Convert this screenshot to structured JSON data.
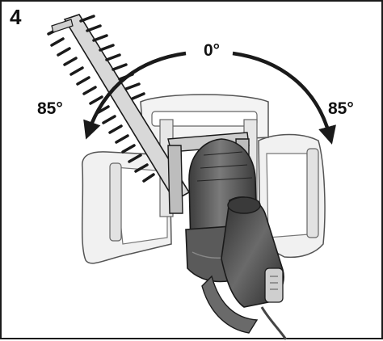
{
  "figure": {
    "number": "4",
    "angle_center": "0°",
    "angle_left": "85°",
    "angle_right": "85°"
  },
  "colors": {
    "outline": "#1a1a1a",
    "ghost_fill": "#eeeeee",
    "body_dark": "#4a4a4a",
    "body_mid": "#6e6e6e",
    "body_light": "#9a9a9a"
  },
  "icons": [
    "rotate-left-arrow-icon",
    "rotate-right-arrow-icon"
  ]
}
